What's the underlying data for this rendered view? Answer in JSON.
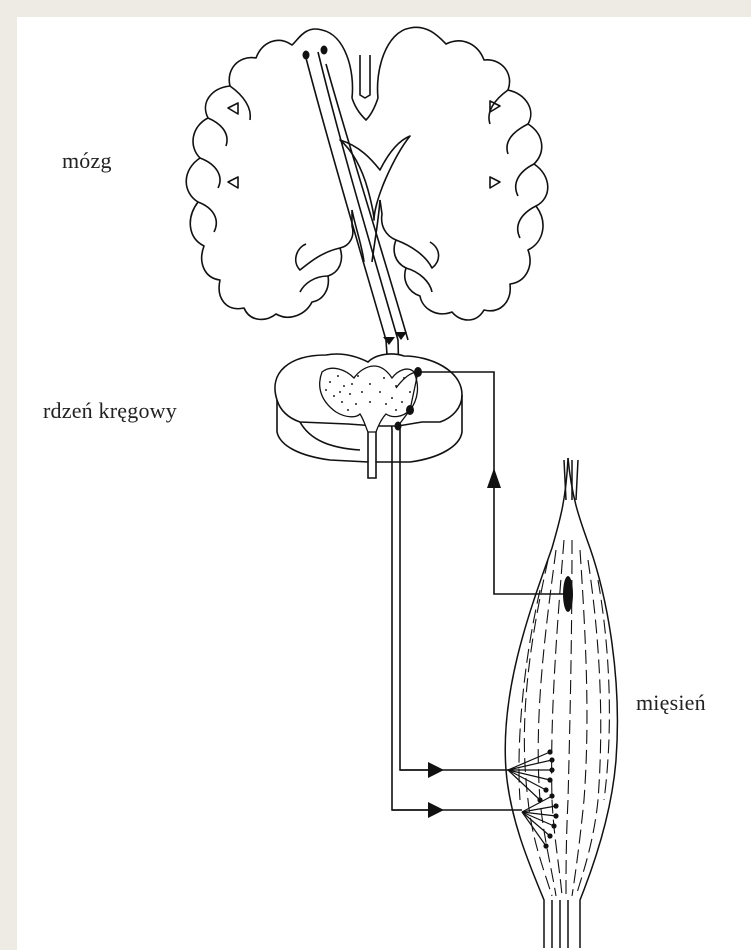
{
  "labels": {
    "brain": "mózg",
    "spinal_cord": "rdzeń kręgowy",
    "muscle": "mięsień"
  },
  "colors": {
    "background": "#eeebe5",
    "panel": "#ffffff",
    "ink": "#111111"
  }
}
